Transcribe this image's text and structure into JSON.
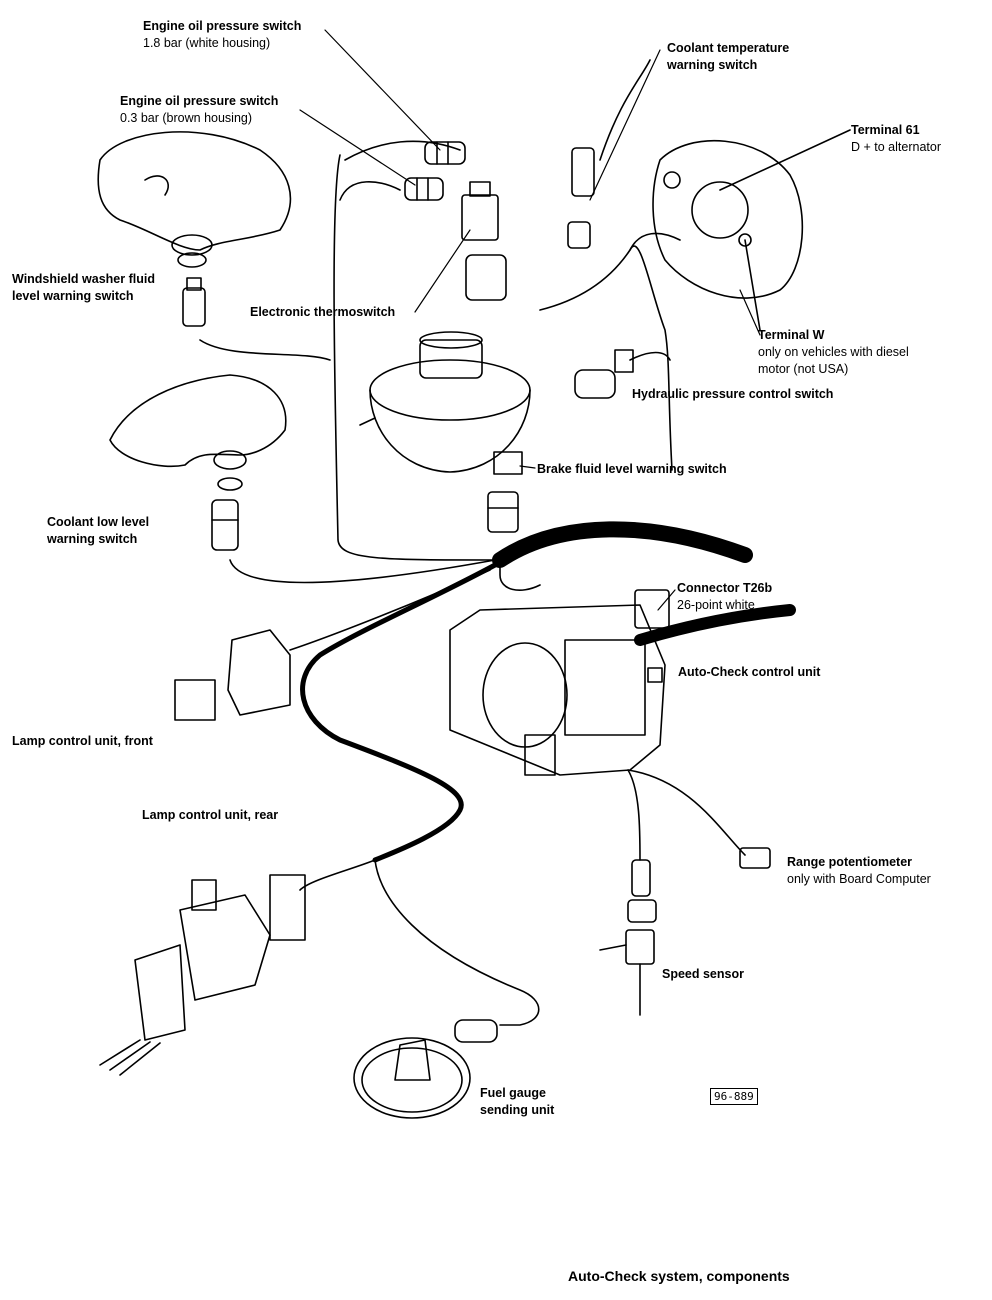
{
  "labels": {
    "oil_18": {
      "title": "Engine oil pressure switch",
      "sub": "1.8 bar (white housing)"
    },
    "oil_03": {
      "title": "Engine oil pressure switch",
      "sub": "0.3 bar (brown housing)"
    },
    "coolant_temp": {
      "line1": "Coolant temperature",
      "line2": "warning switch"
    },
    "terminal_61": {
      "title": "Terminal 61",
      "sub": "D + to alternator"
    },
    "washer": {
      "line1": "Windshield washer fluid",
      "line2": "level warning switch"
    },
    "thermo": {
      "title": "Electronic thermoswitch"
    },
    "terminal_w": {
      "title": "Terminal W",
      "sub1": "only on vehicles with diesel",
      "sub2": "motor (not USA)"
    },
    "hydraulic": {
      "title": "Hydraulic pressure control switch"
    },
    "brake": {
      "title": "Brake fluid level warning switch"
    },
    "coolant_low": {
      "line1": "Coolant low level",
      "line2": "warning switch"
    },
    "connector": {
      "title": "Connector T26b",
      "sub": "26-point white"
    },
    "autocheck": {
      "title": "Auto-Check control unit"
    },
    "lamp_front": {
      "title": "Lamp control unit, front"
    },
    "lamp_rear": {
      "title": "Lamp control unit, rear"
    },
    "range": {
      "title": "Range potentiometer",
      "sub": "only with Board Computer"
    },
    "speed": {
      "title": "Speed sensor"
    },
    "fuel": {
      "line1": "Fuel gauge",
      "line2": "sending unit"
    }
  },
  "figure_code": "96-889",
  "caption": "Auto-Check system, components"
}
